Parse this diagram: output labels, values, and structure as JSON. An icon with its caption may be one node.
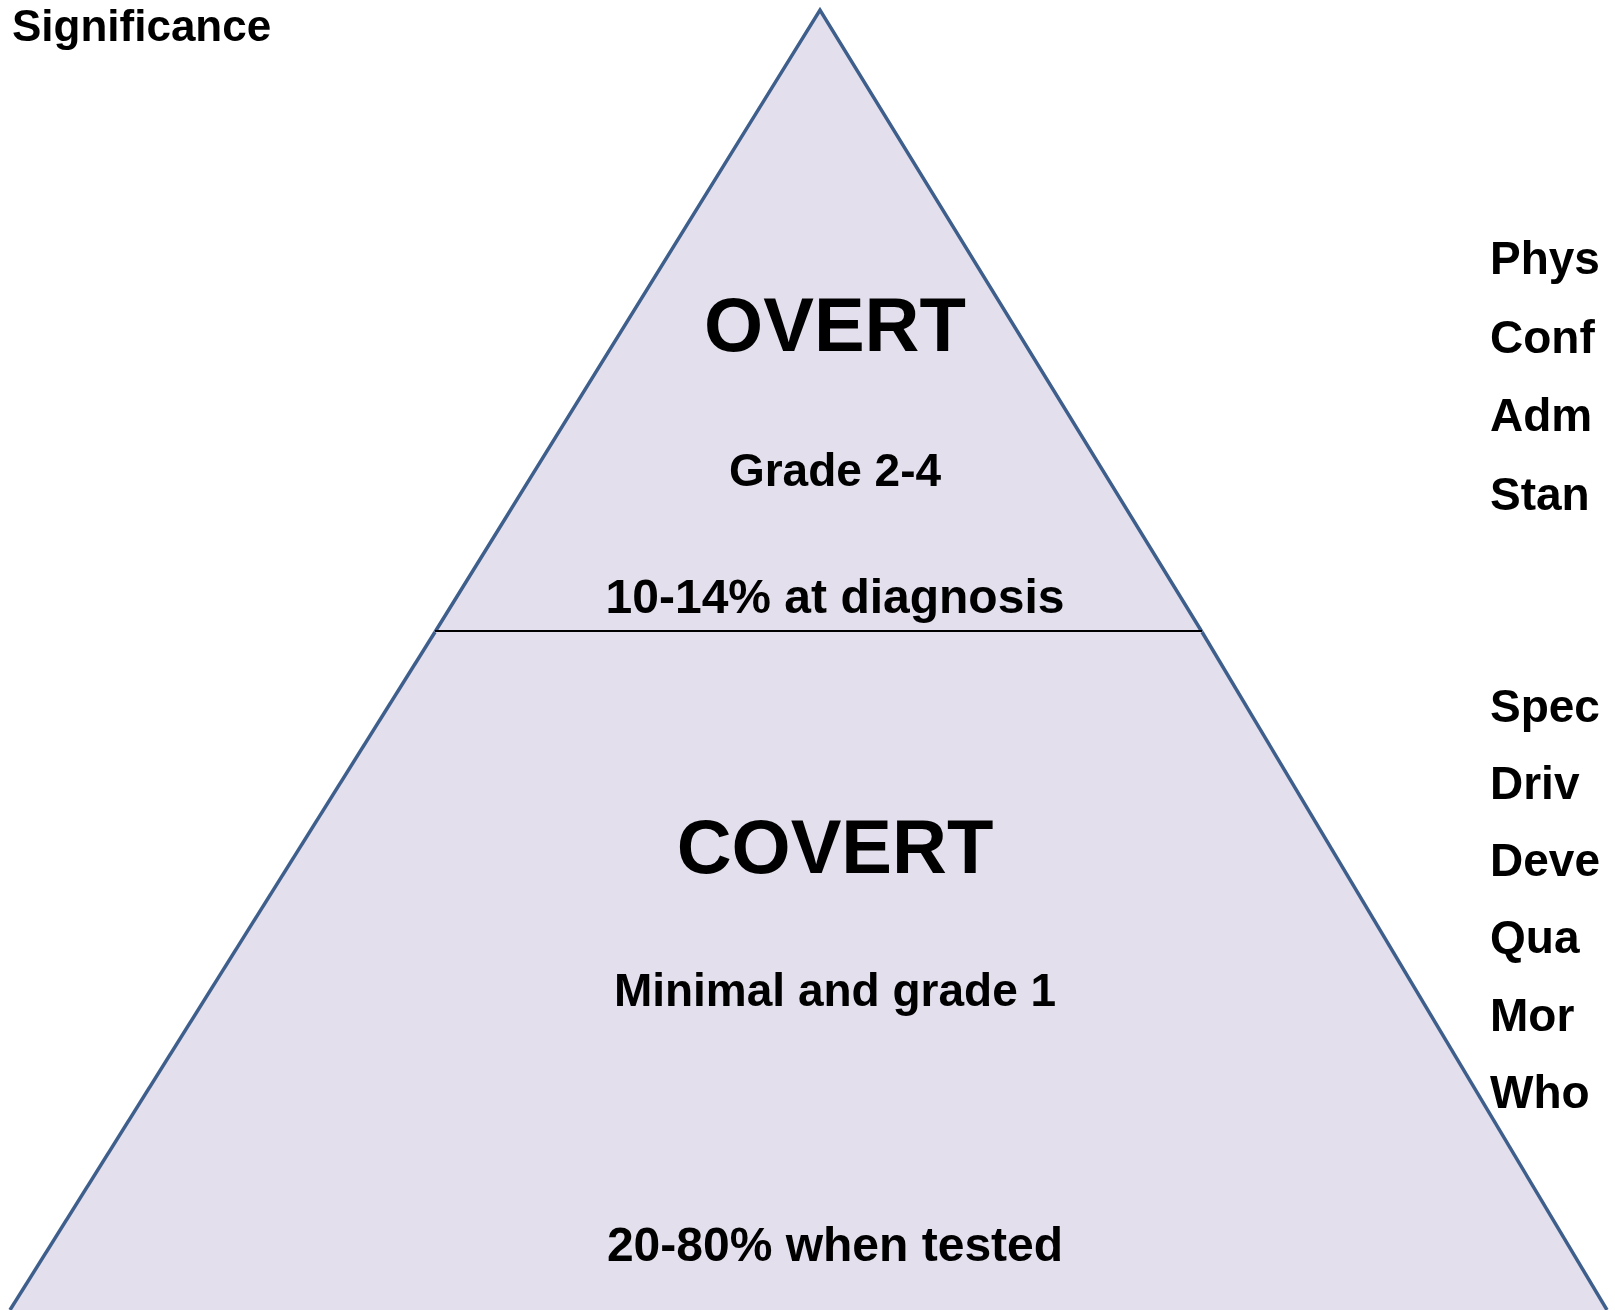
{
  "diagram": {
    "title": "Significance",
    "nodes": [
      {
        "text": [
          "OVERT",
          "Grade 2-4",
          "10-14% at diagnosis"
        ]
      },
      {
        "text": [
          "COVERT",
          "Minimal and grade 1",
          "20-80% when tested"
        ]
      }
    ],
    "labels": [
      "Phys",
      "Conf",
      "Adm",
      "Stan",
      "Spec",
      "Driv",
      "Deve",
      "Qua",
      "Mor",
      "Who"
    ]
  }
}
